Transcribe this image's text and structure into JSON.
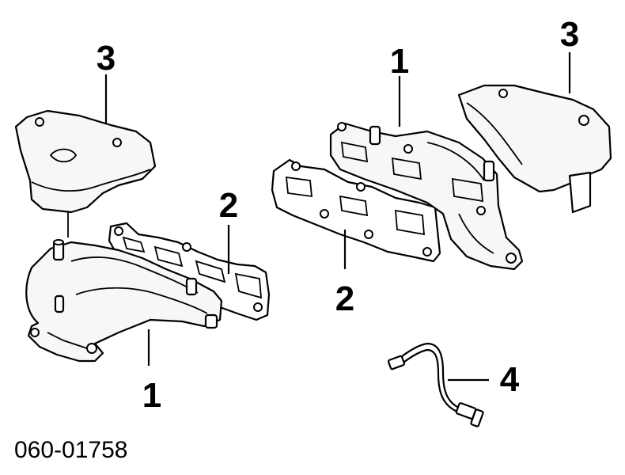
{
  "callouts": {
    "left_heat_shield": "3",
    "left_gasket": "2",
    "left_manifold": "1",
    "right_manifold": "1",
    "right_heat_shield": "3",
    "right_gasket": "2",
    "oxygen_sensor": "4"
  },
  "diagram_code": "060-01758"
}
